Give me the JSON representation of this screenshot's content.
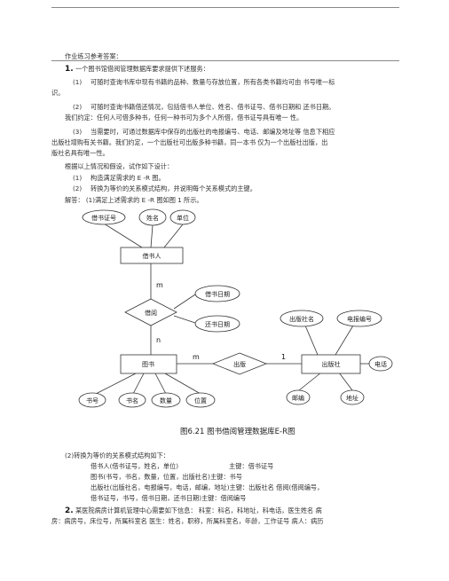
{
  "heading": "作业练习参考答案：",
  "q1": {
    "number": "1.",
    "intro": "一个图书馆借阅管理数据库要求提供下述服务：",
    "r1_label": "(1)",
    "r1_line1": "可随时查询书库中现有书籍的品种、数量与存放位置，所有各类书籍均可由  书号唯一标",
    "r1_line2": "识。",
    "r2_label": "(2)",
    "r2_line1": "可随时查询书籍借还情况，包括借书人单位、姓名、借书证号、借书日期和  还书日期。",
    "r2_line2": "我们约定：任何人可借多种书，任何一种书可为多个人所借，借书证号具有唯一 性。",
    "r3_label": "(3)",
    "r3_line1": "当需要时，可通过数据库中保存的出版社的电报编号、电话、邮编及地址等 信息下相应",
    "r3_line2": "出版社增购有关书籍。我们约定，一个出版社可出版多种书籍，同一本书 仅为一个出版社出版，出",
    "r3_line3": "版社名具有唯一性。",
    "design": "根据以上情况和假设，试作如下设计：",
    "d1_label": "(1)",
    "d1": "构造满足需求的 E -R 图。",
    "d2_label": "(2)",
    "d2": "转换为等价的关系模式结构，并说明每个关系模式的主键。",
    "answer": "解答：  (1)满足上述需求的 E -R 图如图 1 所示。"
  },
  "er": {
    "entities": {
      "borrower": "借书人",
      "book": "图书",
      "publisher": "出版社"
    },
    "relationships": {
      "borrow": "借阅",
      "publish": "出版"
    },
    "borrower_attrs": [
      "借书证号",
      "姓名",
      "单位"
    ],
    "borrow_attrs": [
      "借书日期",
      "还书日期"
    ],
    "book_attrs": [
      "书号",
      "书名",
      "数量",
      "位置"
    ],
    "publisher_attrs": [
      "出版社名",
      "电报编号",
      "电话",
      "邮编",
      "地址"
    ],
    "cardinality": {
      "borrower_side": "m",
      "book_side_borrow": "n",
      "book_side_publish": "m",
      "publisher_side": "1"
    },
    "caption": "图6.21   图书借阅管理数据库E-R图"
  },
  "relations": {
    "intro": "(2)转换为等价的关系模式结构如下：",
    "borrower": "借书人(借书证号，姓名，单位)",
    "borrower_key": "主键：借书证号",
    "book": "图书(书号，书名，数量，位置，出版社名)主键：书号",
    "publisher": "出版社(出版社名，电报编号，电话，邮编，地址)主键：出版社名 借阅(借阅编号，",
    "borrow": "借书证号，书号，借书日期，还书日期)主键：借阅编号"
  },
  "q2": {
    "number": "2.",
    "line1": "某医院病房计算机管理中心需要如下信息：  科室：科名，科地址，科电话，医生姓名  病",
    "line2": "房：病房号，床位号，所属科室名  医生：姓名，职称，所属科室名，年龄，工作证号  病人：病历"
  }
}
